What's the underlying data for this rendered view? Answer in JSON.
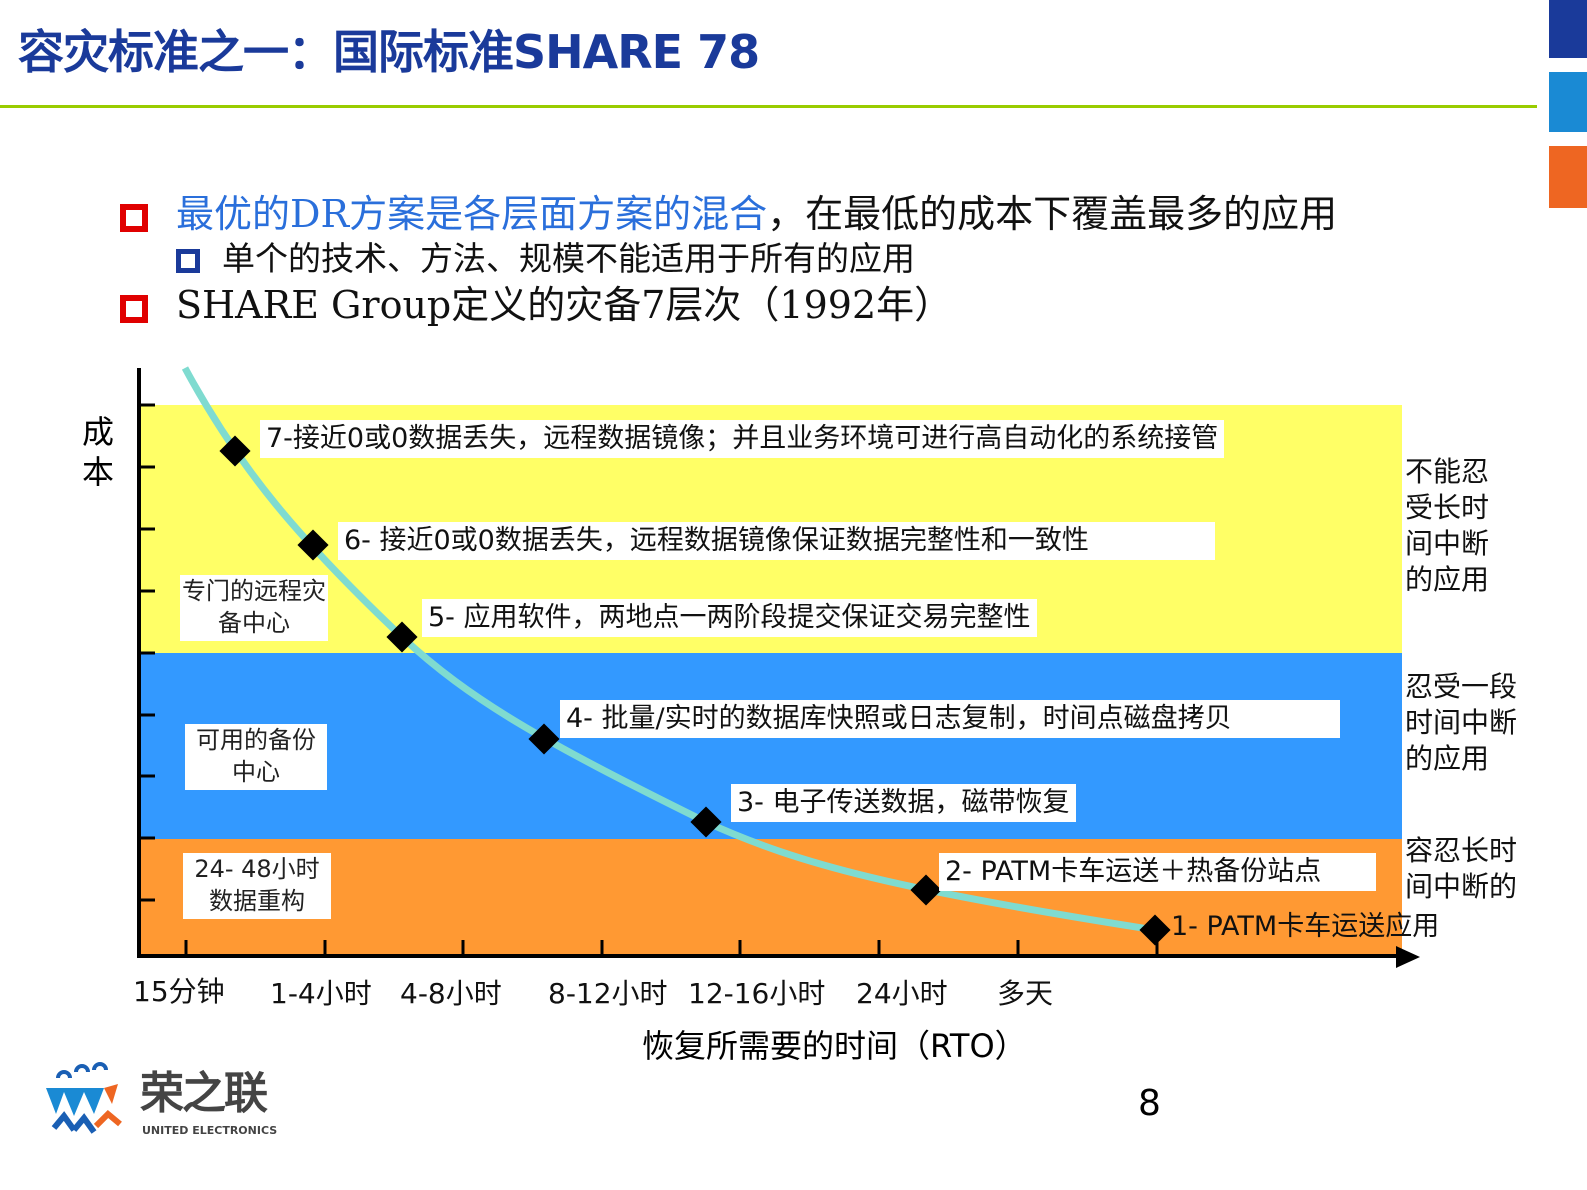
{
  "title": "容灾标准之一：国际标准SHARE  78",
  "bullets": [
    {
      "highlight": "最优的DR方案是各层面方案的混合",
      "rest": "，在最低的成本下覆盖最多的应用"
    },
    {
      "text": "单个的技术、方法、规模不能适用于所有的应用"
    },
    {
      "text": "SHARE Group定义的灾备7层次（1992年）"
    }
  ],
  "diagram": {
    "y_label": "成本",
    "x_label": "恢复所需要的时间（RTO）",
    "x_ticks": [
      "15分钟",
      "1-4小时",
      "4-8小时",
      "8-12小时",
      "12-16小时",
      "24小时",
      "多天"
    ],
    "tiers": [
      "7-接近0或0数据丢失，远程数据镜像；并且业务环境可进行高自动化的系统接管",
      "6- 接近0或0数据丢失，远程数据镜像保证数据完整性和一致性",
      "5- 应用软件，两地点一两阶段提交保证交易完整性",
      "4- 批量/实时的数据库快照或日志复制，时间点磁盘拷贝",
      "3- 电子传送数据，磁带恢复",
      "2- PATM卡车运送＋热备份站点",
      "1- PATM卡车运送应用"
    ],
    "bands": [
      {
        "left": "专门的远程灾备中心",
        "right": "不能忍受长时间中断的应用",
        "color": "#ffff66"
      },
      {
        "left": "可用的备份中心",
        "right": "忍受一段时间中断的应用",
        "color": "#3399ff"
      },
      {
        "left": "24- 48小时数据重构",
        "right": "容忍长时间中断的",
        "color": "#ff9933"
      }
    ],
    "curve_color": "#7fdbd0"
  },
  "page_number": "8",
  "logo": {
    "name": "荣之联",
    "subtitle": "UNITED ELECTRONICS"
  }
}
